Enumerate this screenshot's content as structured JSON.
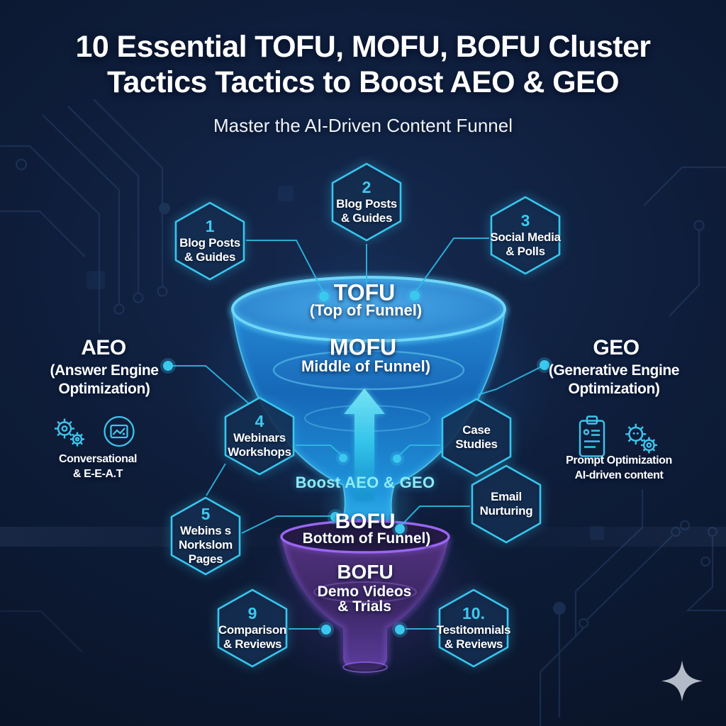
{
  "header": {
    "title_line1": "10 Essential TOFU, MOFU, BOFU Cluster",
    "title_line2": "Tactics Tactics to Boost AEO & GEO",
    "subtitle": "Master the AI-Driven Content Funnel"
  },
  "funnel": {
    "tofu_label": "TOFU",
    "tofu_sub": "(Top of Funnel)",
    "mofu_label": "MOFU",
    "mofu_sub": "Middle of Funnel)",
    "arrow_caption": "Boost AEO & GEO",
    "bofu_label": "BOFU",
    "bofu_sub": "Bottom of Funnel)",
    "bofu2_label": "BOFU",
    "bofu2_line1": "Demo Videos",
    "bofu2_line2": "& Trials"
  },
  "hexagons": [
    {
      "number": "1",
      "lines": [
        "Blog Posts",
        "& Guides"
      ]
    },
    {
      "number": "2",
      "lines": [
        "Blog Posts",
        "& Guides"
      ]
    },
    {
      "number": "3",
      "lines": [
        "Social Media",
        "& Polls"
      ]
    },
    {
      "number": "4",
      "lines": [
        "Webinars",
        "Workshops"
      ]
    },
    {
      "number": "5",
      "lines": [
        "Webins s",
        "Norkslom",
        "Pages"
      ]
    },
    {
      "number": "",
      "lines": [
        "Case",
        "Studies"
      ]
    },
    {
      "number": "",
      "lines": [
        "Email",
        "Nurturing"
      ]
    },
    {
      "number": "9",
      "lines": [
        "Comparison",
        "& Reviews"
      ]
    },
    {
      "number": "10.",
      "lines": [
        "Testitomnials",
        "& Reviews"
      ]
    }
  ],
  "aeo": {
    "title": "AEO",
    "sub_line1": "(Answer Engine",
    "sub_line2": "Optimization)",
    "caption_line1": "Conversational",
    "caption_line2": "& E-E-A.T"
  },
  "geo": {
    "title": "GEO",
    "sub_line1": "(Generative Engine",
    "sub_line2": "Optimization)",
    "caption_line1": "Prompt Optimization",
    "caption_line2": "AI-driven content"
  },
  "icons": {
    "aeo_icons": [
      "gears-icon",
      "image-chart-icon"
    ],
    "geo_icons": [
      "clipboard-icon",
      "gears-icon"
    ],
    "decoration": [
      "circuit-pattern",
      "sparkle-icon"
    ]
  },
  "colors": {
    "background": "#0e1d3a",
    "accent_cyan": "#3ac8ef",
    "funnel_blue": "#1e86d8",
    "funnel_purple": "#7a4ae0",
    "hex_fill": "#132648",
    "text_white": "#ffffff"
  }
}
